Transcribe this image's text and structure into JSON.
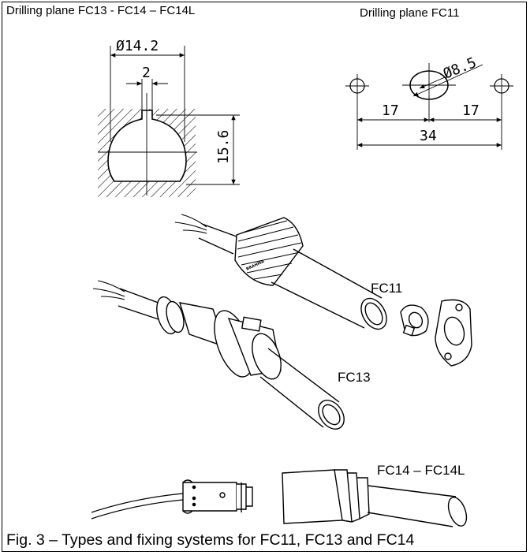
{
  "headers": {
    "left": "Drilling plane FC13 - FC14 – FC14L",
    "right": "Drilling plane FC11"
  },
  "dimensions": {
    "diameter_large": "Ø14.2",
    "slot_width": "2",
    "height": "15.6",
    "diameter_small": "Ø8.5",
    "spacing_left": "17",
    "spacing_right": "17",
    "spacing_total": "34"
  },
  "parts": {
    "fc11": "FC11",
    "fc13": "FC13",
    "fc14": "FC14 – FC14L"
  },
  "caption": "Fig. 3 – Types and fixing systems for FC11, FC13 and FC14"
}
